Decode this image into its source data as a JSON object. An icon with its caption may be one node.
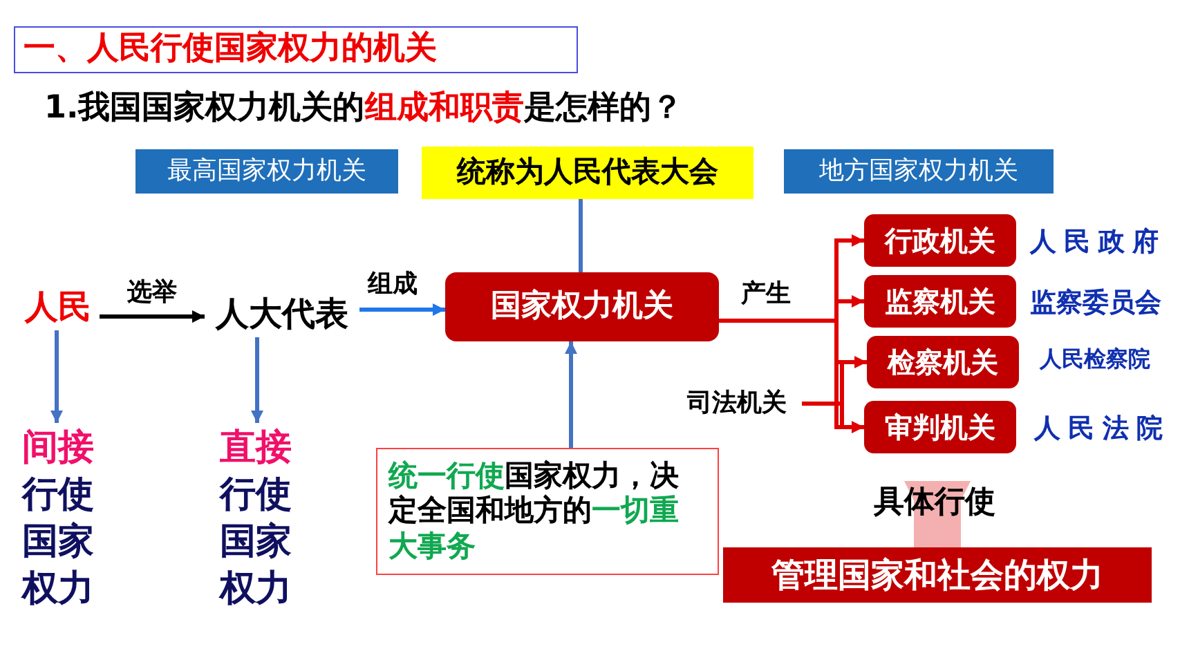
{
  "diagram": {
    "title": "一、人民行使国家权力的机关",
    "nodes": [
      {
        "text": [
          "最高国家权力机关"
        ]
      },
      {
        "text": [
          "统称为人民代表大会"
        ]
      },
      {
        "text": [
          "地方国家权力机关"
        ]
      },
      {
        "text": [
          "人民"
        ]
      },
      {
        "text": [
          "人大代表"
        ]
      },
      {
        "text": [
          "国家权力机关"
        ]
      },
      {
        "text": [
          "**间接**行使国家权力"
        ]
      },
      {
        "text": [
          "**直接**行使国家权力"
        ]
      },
      {
        "text": [
          "**统一行使**国家权力，决定全国和地方的**一切重大事务**"
        ]
      },
      {
        "text": [
          "行政机关"
        ],
        "beside": [
          "人民政府"
        ]
      },
      {
        "text": [
          "监察机关"
        ],
        "beside": [
          "监察委员会"
        ]
      },
      {
        "text": [
          "检察机关"
        ],
        "beside": [
          "人民检察院"
        ]
      },
      {
        "text": [
          "审判机关"
        ],
        "beside": [
          "人民法院"
        ]
      },
      {
        "text": [
          "司法机关"
        ]
      },
      {
        "text": [
          "管理国家和社会的权力"
        ]
      }
    ],
    "edges": [
      {
        "from": 3,
        "to": 4,
        "arrow": "to",
        "label": "选举",
        "color": "#000000"
      },
      {
        "from": 4,
        "to": 5,
        "arrow": "to",
        "label": "组成",
        "color": "#1f77e8"
      },
      {
        "from": 3,
        "to": 6,
        "arrow": "to",
        "color": "#4472c4"
      },
      {
        "from": 4,
        "to": 7,
        "arrow": "to",
        "color": "#4472c4"
      },
      {
        "from": 8,
        "to": 5,
        "arrow": "to",
        "color": "#4472c4"
      },
      {
        "from": 1,
        "to": 5,
        "arrow": "none",
        "color": "#4472c4"
      },
      {
        "from": 5,
        "to": 9,
        "arrow": "to",
        "label": "产生"
      },
      {
        "from": 5,
        "to": 10,
        "arrow": "to"
      },
      {
        "from": 5,
        "to": 11,
        "arrow": "to"
      },
      {
        "from": 5,
        "to": 12,
        "arrow": "to"
      },
      {
        "from": 13,
        "to": 11,
        "arrow": "none"
      },
      {
        "from": 13,
        "to": 12,
        "arrow": "none"
      },
      {
        "from": null,
        "to": 14,
        "arrow": "to",
        "label": "具体行使",
        "style": "thick",
        "color": "#f4b0b0"
      }
    ],
    "labels": [
      "1.我国国家权力机关的**组成和职责**是怎样的？"
    ]
  }
}
